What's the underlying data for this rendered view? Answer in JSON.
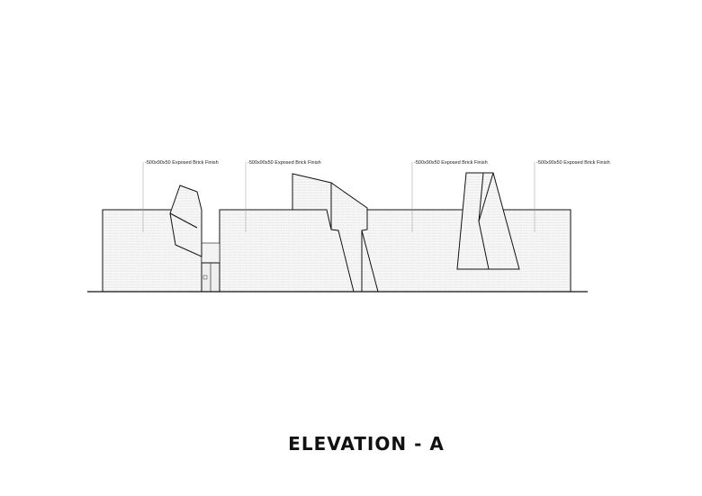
{
  "title": "ELEVATION - A",
  "annotations": [
    {
      "text": "-500x90x50 Exposed Brick Finish"
    },
    {
      "text": "-500x90x50 Exposed Brick Finish"
    },
    {
      "text": "-500x90x50 Exposed Brick Finish"
    },
    {
      "text": "-500x90x50 Exposed Brick Finish"
    }
  ],
  "colors": {
    "line": "#111111",
    "hatch": "#d8d8d8",
    "leader": "#999999"
  }
}
